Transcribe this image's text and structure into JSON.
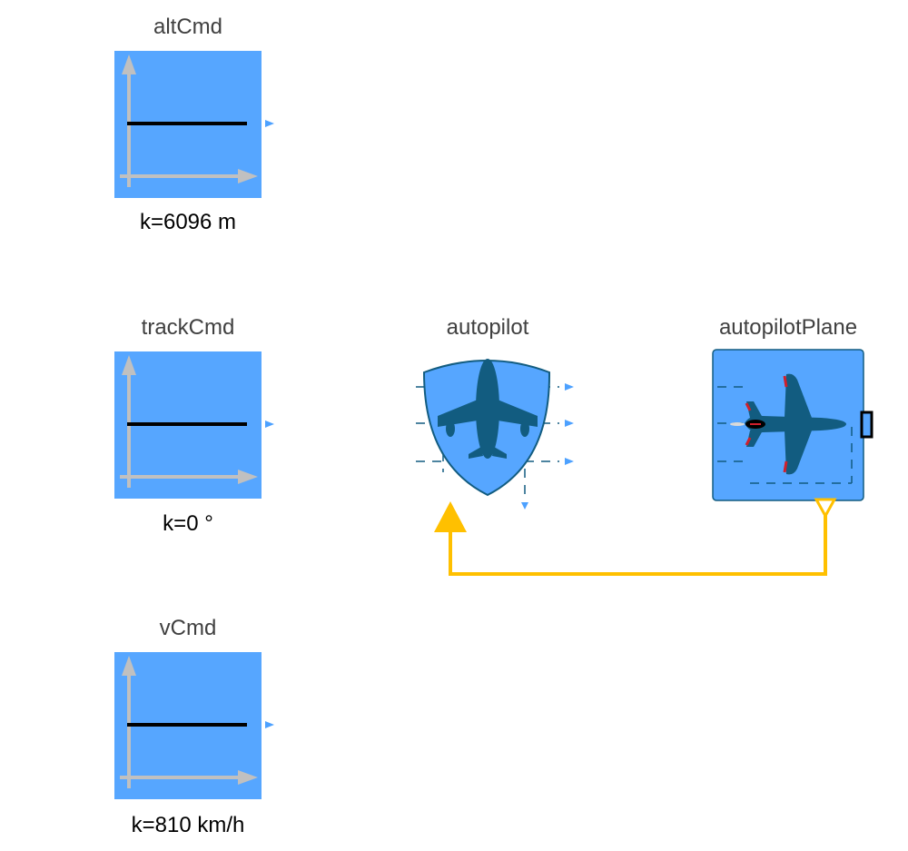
{
  "diagram": {
    "blocks": {
      "altCmd": {
        "name": "altCmd",
        "param": "k=6096 m",
        "kind": "constant"
      },
      "trackCmd": {
        "name": "trackCmd",
        "param": "k=0 °",
        "kind": "constant"
      },
      "vCmd": {
        "name": "vCmd",
        "param": "k=810 km/h",
        "kind": "constant"
      },
      "autopilot": {
        "name": "autopilot",
        "kind": "controller",
        "icon": "shield-airplane-icon"
      },
      "autopilotPlane": {
        "name": "autopilotPlane",
        "kind": "plant",
        "icon": "airplane-icon"
      }
    },
    "connections": [
      {
        "from": "autopilotPlane",
        "to": "autopilot",
        "type": "bus"
      }
    ],
    "colors": {
      "block_fill": "#56a6ff",
      "axis": "#c0c0c0",
      "port": "#4da1ff",
      "bus": "#ffc000",
      "plane": "#125c80",
      "accent": "#d01f2b"
    }
  }
}
